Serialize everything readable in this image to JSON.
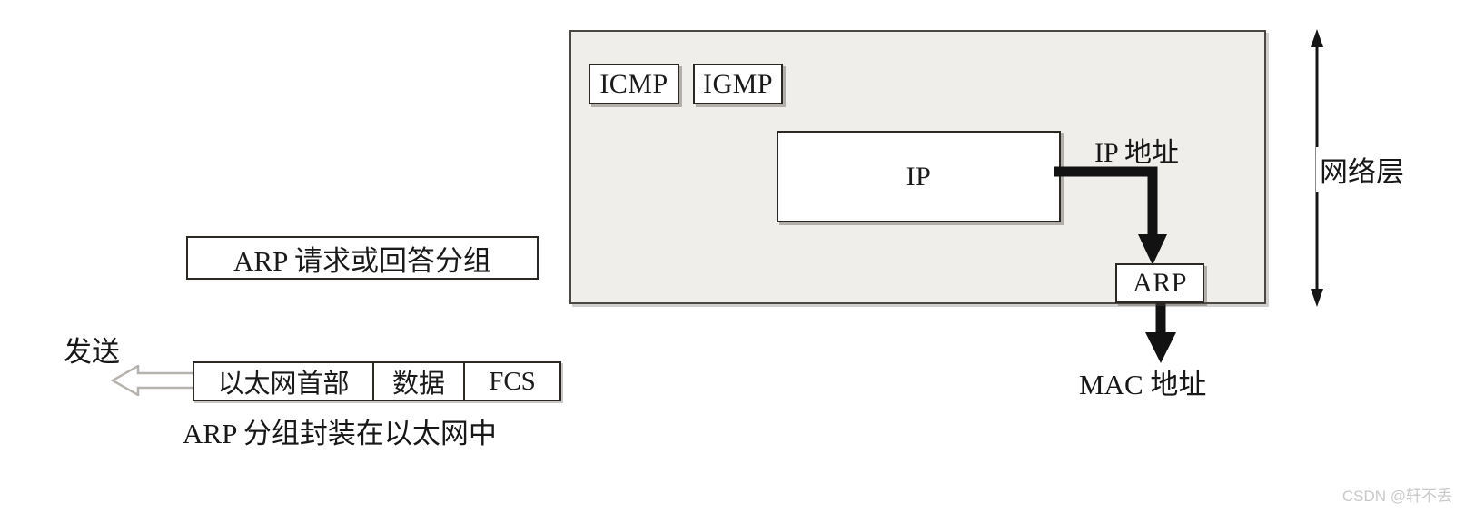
{
  "diagram": {
    "title": "ARP 分组封装在以太网中",
    "network_layer": {
      "label": "网络层",
      "protocol_boxes": [
        {
          "name": "icmp",
          "label": "ICMP"
        },
        {
          "name": "igmp",
          "label": "IGMP"
        }
      ],
      "ip_box": {
        "label": "IP"
      },
      "arp_box": {
        "label": "ARP"
      }
    },
    "labels": {
      "ip_address": "IP 地址",
      "mac_address": "MAC 地址",
      "send": "发送"
    },
    "arp_packet_box": {
      "label": "ARP 请求或回答分组"
    },
    "ethernet_frame": {
      "cells": [
        {
          "name": "ethernet-header",
          "label": "以太网首部"
        },
        {
          "name": "data",
          "label": "数据"
        },
        {
          "name": "fcs",
          "label": "FCS"
        }
      ],
      "caption": "ARP 分组封装在以太网中"
    }
  },
  "watermark": {
    "text": "CSDN @轩不丢"
  },
  "colors": {
    "page_background": "#ffffff",
    "layer_fill": "#efeeeb",
    "ink": "#1a1a1a",
    "border": "#2b2723",
    "watermark": "#c9c9c9"
  }
}
